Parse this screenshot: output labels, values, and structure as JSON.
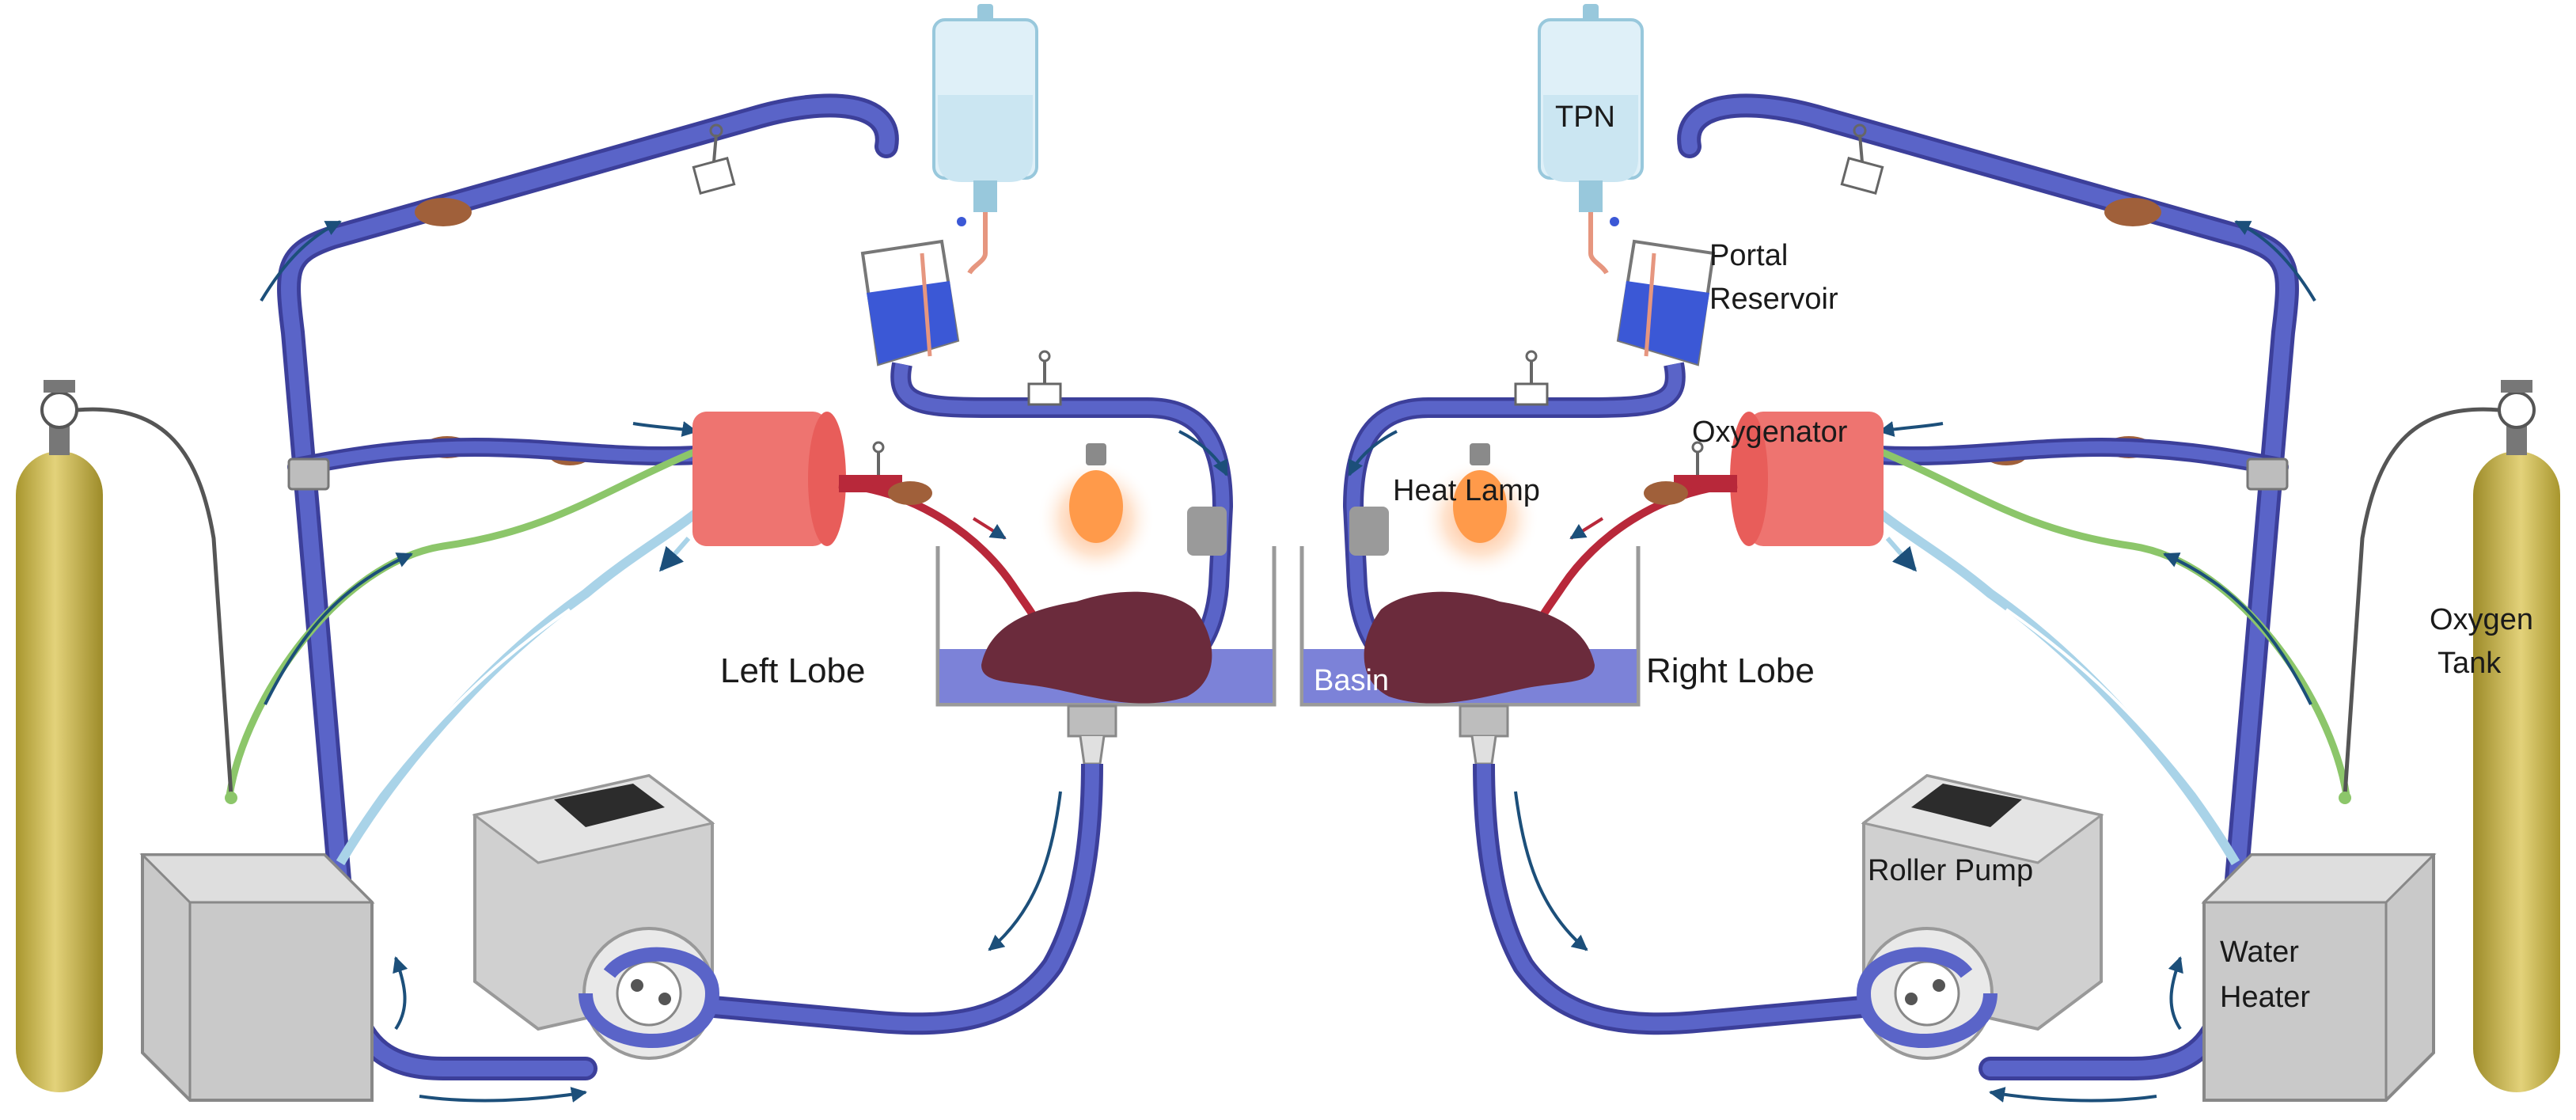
{
  "labels": {
    "tpn": "TPN",
    "portal_reservoir_1": "Portal",
    "portal_reservoir_2": "Reservoir",
    "oxygenator": "Oxygenator",
    "heat_lamp": "Heat Lamp",
    "basin": "Basin",
    "left_lobe": "Left Lobe",
    "right_lobe": "Right Lobe",
    "oxygen_tank_1": "Oxygen",
    "oxygen_tank_2": "Tank",
    "roller_pump": "Roller Pump",
    "water_heater_1": "Water",
    "water_heater_2": "Heater"
  },
  "colors": {
    "tube": "#5a64c8",
    "tube_edge": "#3c3f9a",
    "oxygen_line": "#8cc66a",
    "water_line": "#a9d3e8",
    "arterial_line": "#b8283a",
    "oxygenator": "#ee7470",
    "tank": "#c9b64a",
    "liver": "#6b2b3c",
    "basin_fluid": "#7c82d8",
    "reservoir_fluid": "#3b58d6",
    "lamp_glow": "#ffb07a",
    "arrow": "#1c4f7a",
    "heater": "#c9c9c9",
    "pump": "#d0d0d0"
  }
}
